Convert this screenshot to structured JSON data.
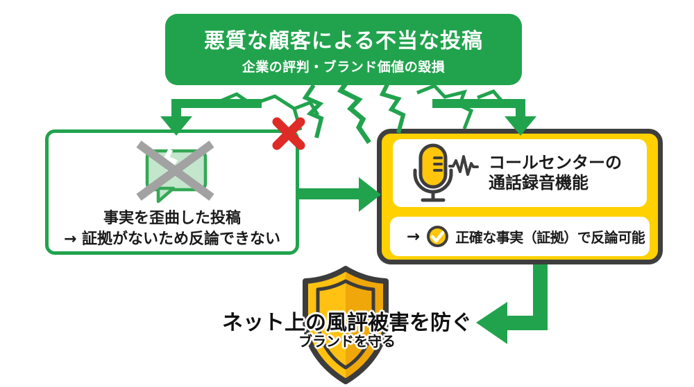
{
  "banner": {
    "title": "悪質な顧客による不当な投稿",
    "subtitle": "企業の評判・ブランド価値の毀損"
  },
  "left_box": {
    "line1": "事実を歪曲した投稿",
    "line2": "→ 証拠がないため反論できない",
    "icon": "broken-chat-bubble-icon",
    "status_icon": "red-x-icon"
  },
  "right_box": {
    "title_line1": "コールセンターの",
    "title_line2": "通話録音機能",
    "icon": "microphone-waveform-icon",
    "result_prefix": "→",
    "result_icon": "check-circle-icon",
    "result_text": "正確な事実（証拠）で反論可能"
  },
  "outcome": {
    "line1": "ネット上の風評被害を防ぐ",
    "line2": "ブランドを守る",
    "icon": "shield-icon"
  },
  "colors": {
    "green": "#21A34D",
    "red": "#DF2B26",
    "yellow_panel": "#FFD100",
    "yellow_icon": "#FFC60D",
    "dark_outline": "#3E3E3E",
    "bubble_fill": "#C3E6CC",
    "gray_x": "#A2A2A2",
    "shield_left": "#FFC212",
    "shield_right": "#EFA70A"
  }
}
